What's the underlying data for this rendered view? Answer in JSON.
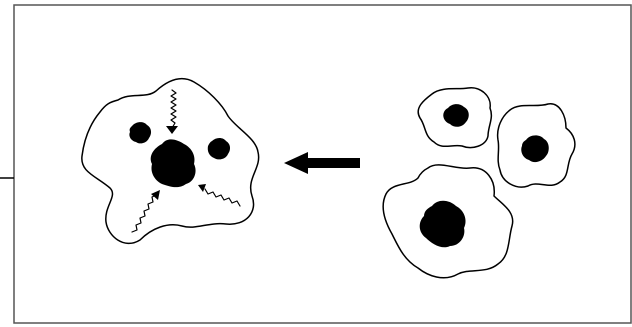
{
  "figure": {
    "colors": {
      "ink": "#000000",
      "background": "#ffffff",
      "frame": "#555555"
    },
    "left_group": {
      "core_count": 3,
      "squiggle_arrow_count": 3
    },
    "transition_arrow": {
      "direction": "left"
    },
    "right_group": {
      "particle_count": 3
    }
  }
}
